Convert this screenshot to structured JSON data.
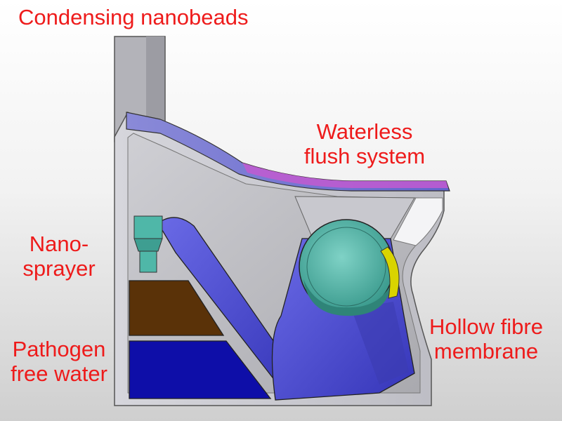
{
  "labels": {
    "condensing": "Condensing nanobeads",
    "waterless_line1": "Waterless",
    "waterless_line2": "flush system",
    "nano_line1": "Nano-",
    "nano_line2": "sprayer",
    "pathogen_line1": "Pathogen",
    "pathogen_line2": "free water",
    "hollow_line1": "Hollow fibre",
    "hollow_line2": "membrane"
  },
  "colors": {
    "label_text": "#ee1b1b",
    "body_shell": "#c9c9cf",
    "inner_cavity": "#b9b9bd",
    "seat": "#6d6fd0",
    "seat_highlight": "#c25bd0",
    "chute": "#4b4bd6",
    "drum": "#4fb7a8",
    "brown_tank": "#5a3208",
    "blue_tank": "#0e0ea8",
    "nano_sprayer": "#4fb7a8",
    "yellow_part": "#d9d400"
  }
}
